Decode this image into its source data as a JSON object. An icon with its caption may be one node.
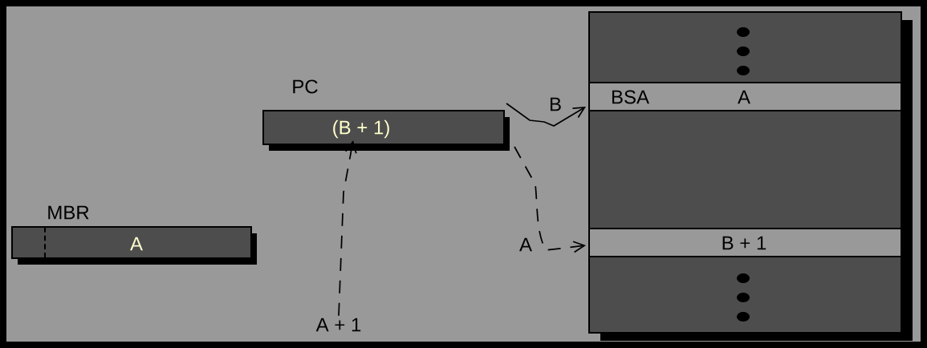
{
  "diagram": {
    "nodes": [
      {
        "text": [
          "MBR",
          "A"
        ]
      },
      {
        "text": [
          "PC",
          "(B + 1)"
        ]
      },
      {
        "text": [],
        "shape": "box"
      },
      {
        "text": [
          "BSA",
          "A"
        ],
        "in": 2
      },
      {
        "text": [
          "B + 1"
        ],
        "in": 2
      },
      {
        "text": [
          "A + 1"
        ]
      }
    ],
    "edges": [
      {
        "from": 5,
        "to": 1,
        "arrow": "to",
        "style": "dashed"
      },
      {
        "from": 1,
        "to": 3,
        "arrow": "to",
        "label": "B"
      },
      {
        "from": 1,
        "to": 4,
        "arrow": "to",
        "label": "A",
        "style": "dashed"
      }
    ]
  }
}
